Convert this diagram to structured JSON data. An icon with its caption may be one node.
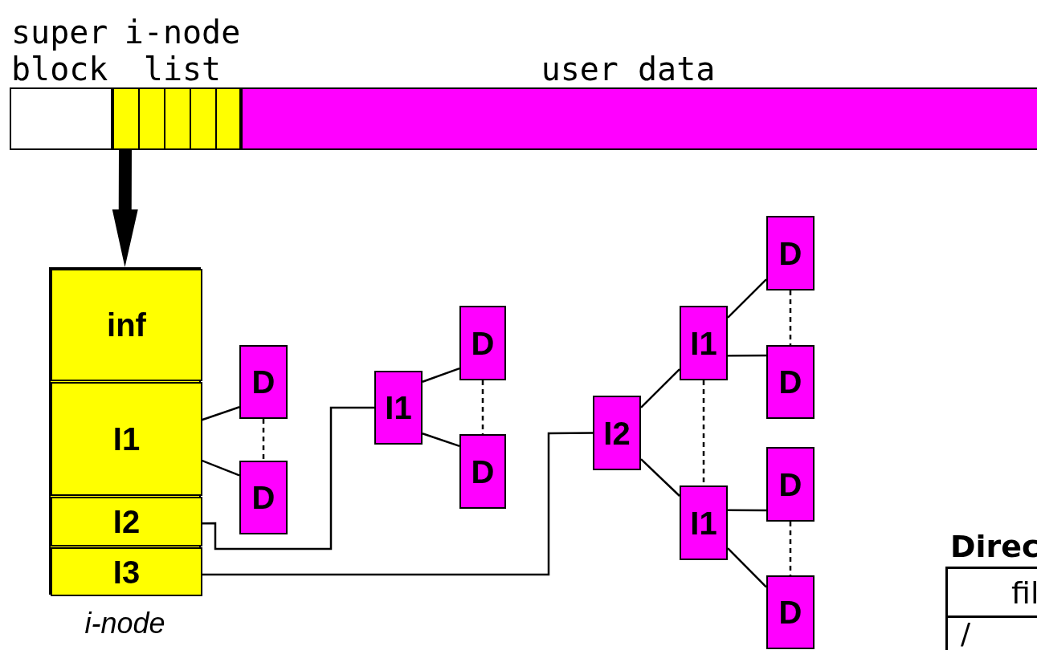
{
  "diagram": {
    "nodes": [
      {
        "text": [
          "super block"
        ]
      },
      {
        "text": [
          "i-node list"
        ]
      },
      {
        "text": [
          "user data"
        ]
      },
      {
        "text": [],
        "shape": "box",
        "beside": [
          "i-node"
        ]
      },
      {
        "text": [
          "inf"
        ],
        "in": 3
      },
      {
        "text": [
          "I1"
        ],
        "in": 3
      },
      {
        "text": [
          "I2"
        ],
        "in": 3
      },
      {
        "text": [
          "I3"
        ],
        "in": 3
      },
      {
        "text": [
          "D"
        ]
      },
      {
        "text": [
          "D"
        ]
      },
      {
        "text": [
          "I1"
        ]
      },
      {
        "text": [
          "D"
        ]
      },
      {
        "text": [
          "D"
        ]
      },
      {
        "text": [
          "I2"
        ]
      },
      {
        "text": [
          "I1"
        ]
      },
      {
        "text": [
          "I1"
        ]
      },
      {
        "text": [
          "D"
        ]
      },
      {
        "text": [
          "D"
        ]
      },
      {
        "text": [
          "D"
        ]
      },
      {
        "text": [
          "D"
        ]
      }
    ],
    "edges": [
      {
        "from": 1,
        "to": 3,
        "arrow": "to",
        "style": "thick"
      },
      {
        "from": 5,
        "to": 8,
        "arrow": "none"
      },
      {
        "from": 5,
        "to": 9,
        "arrow": "none"
      },
      {
        "from": 8,
        "to": 9,
        "arrow": "none",
        "style": "dashed"
      },
      {
        "from": 6,
        "to": 10,
        "arrow": "none"
      },
      {
        "from": 10,
        "to": 11,
        "arrow": "none"
      },
      {
        "from": 10,
        "to": 12,
        "arrow": "none"
      },
      {
        "from": 11,
        "to": 12,
        "arrow": "none",
        "style": "dashed"
      },
      {
        "from": 7,
        "to": 13,
        "arrow": "none"
      },
      {
        "from": 13,
        "to": 14,
        "arrow": "none"
      },
      {
        "from": 13,
        "to": 15,
        "arrow": "none"
      },
      {
        "from": 14,
        "to": 15,
        "arrow": "none",
        "style": "dashed"
      },
      {
        "from": 14,
        "to": 16,
        "arrow": "none"
      },
      {
        "from": 14,
        "to": 17,
        "arrow": "none"
      },
      {
        "from": 16,
        "to": 17,
        "arrow": "none",
        "style": "dashed"
      },
      {
        "from": 15,
        "to": 18,
        "arrow": "none"
      },
      {
        "from": 15,
        "to": 19,
        "arrow": "none"
      },
      {
        "from": 18,
        "to": 19,
        "arrow": "none",
        "style": "dashed"
      }
    ],
    "labels": [
      "Direc",
      "fil",
      "/"
    ]
  }
}
